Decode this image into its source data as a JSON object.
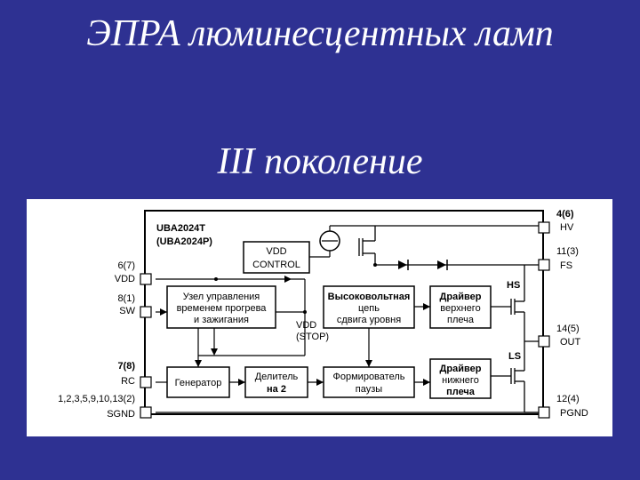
{
  "slide": {
    "title": "ЭПРА люминесцентных ламп",
    "subtitle": "III поколение"
  },
  "diagram": {
    "chip_name": "UBA2024T",
    "chip_alt": "(UBA2024P)",
    "blocks": {
      "vdd_control_1": "VDD",
      "vdd_control_2": "CONTROL",
      "control_1": "Узел управления",
      "control_2": "временем прогрева",
      "control_3": "и зажигания",
      "level_1": "Высоковольтная",
      "level_2": "цепь",
      "level_3": "сдвига уровня",
      "hs_driver_1": "Драйвер",
      "hs_driver_2": "верхнего",
      "hs_driver_3": "плеча",
      "generator": "Генератор",
      "divider_1": "Делитель",
      "divider_2": "на 2",
      "pause_1": "Формирователь",
      "pause_2": "паузы",
      "ls_driver_1": "Драйвер",
      "ls_driver_2": "нижнего",
      "ls_driver_3": "плеча"
    },
    "labels": {
      "vdd_stop_1": "VDD",
      "vdd_stop_2": "(STOP)",
      "hs": "HS",
      "ls": "LS"
    },
    "pins": {
      "vdd_num": "6(7)",
      "vdd_name": "VDD",
      "sw_num": "8(1)",
      "sw_name": "SW",
      "rc_num": "7(8)",
      "rc_name": "RC",
      "sgnd_num": "1,2,3,5,9,10,13(2)",
      "sgnd_name": "SGND",
      "hv_num": "4(6)",
      "hv_name": "HV",
      "fs_num": "11(3)",
      "fs_name": "FS",
      "out_num": "14(5)",
      "out_name": "OUT",
      "pgnd_num": "12(4)",
      "pgnd_name": "PGND"
    }
  }
}
